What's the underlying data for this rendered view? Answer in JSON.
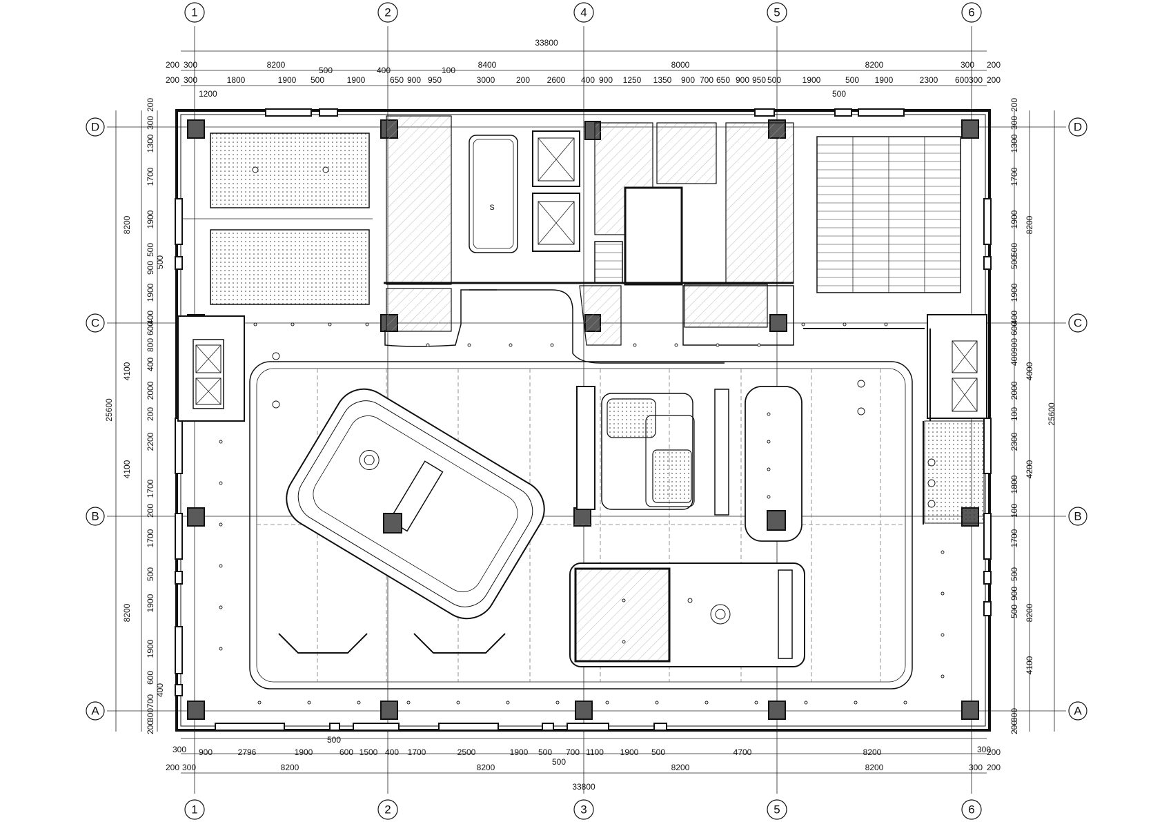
{
  "grid": {
    "columns_top": [
      "1",
      "2",
      "4",
      "5",
      "6"
    ],
    "columns_bottom": [
      "1",
      "2",
      "3",
      "5",
      "6"
    ],
    "rows": [
      "D",
      "C",
      "B",
      "A"
    ]
  },
  "dimensions": {
    "overall_width": "33800",
    "overall_height": "25600",
    "top_row1": [
      "300",
      "8200",
      "500",
      "400",
      "8400",
      "100",
      "8000",
      "8200",
      "300"
    ],
    "top_row2": [
      "300",
      "1800",
      "1900",
      "500",
      "1900",
      "650",
      "900",
      "950",
      "3000",
      "200",
      "2600",
      "400",
      "900",
      "1250",
      "1350",
      "900",
      "700",
      "650",
      "900",
      "950",
      "500",
      "1900",
      "500",
      "1900",
      "2300",
      "600",
      "300"
    ],
    "top_extra": [
      "1200",
      "500",
      "200",
      "200",
      "200",
      "200"
    ],
    "bottom_row1": [
      "300",
      "900",
      "2796",
      "1900",
      "500",
      "600",
      "1500",
      "400",
      "1700",
      "2500",
      "1900",
      "500",
      "700",
      "1100",
      "1900",
      "500",
      "4700",
      "8200",
      "300"
    ],
    "bottom_row2": [
      "300",
      "8200",
      "500",
      "8200",
      "8200",
      "8200",
      "300"
    ],
    "bottom_extra": [
      "200",
      "200",
      "200"
    ],
    "left_outer": [
      "8200",
      "4100",
      "4100",
      "8200"
    ],
    "left_inner": [
      "200",
      "300",
      "1300",
      "1700",
      "1900",
      "500",
      "500",
      "900",
      "1900",
      "400",
      "600",
      "800",
      "400",
      "2000",
      "200",
      "2200",
      "1700",
      "200",
      "1700",
      "500",
      "1900",
      "1900",
      "600",
      "400",
      "700",
      "300",
      "200"
    ],
    "right_outer": [
      "8200",
      "4000",
      "4200",
      "8200",
      "4100"
    ],
    "right_inner": [
      "200",
      "300",
      "1300",
      "1700",
      "1900",
      "500",
      "500",
      "1900",
      "400",
      "600",
      "900",
      "400",
      "2000",
      "100",
      "2300",
      "1800",
      "100",
      "1700",
      "500",
      "900",
      "500",
      "300",
      "200"
    ],
    "side_total": "25600"
  },
  "plan_symbols": {
    "stair_label": "S"
  },
  "colors": {
    "line": "#111111",
    "column_fill": "#5a5a5a",
    "background": "#ffffff"
  }
}
